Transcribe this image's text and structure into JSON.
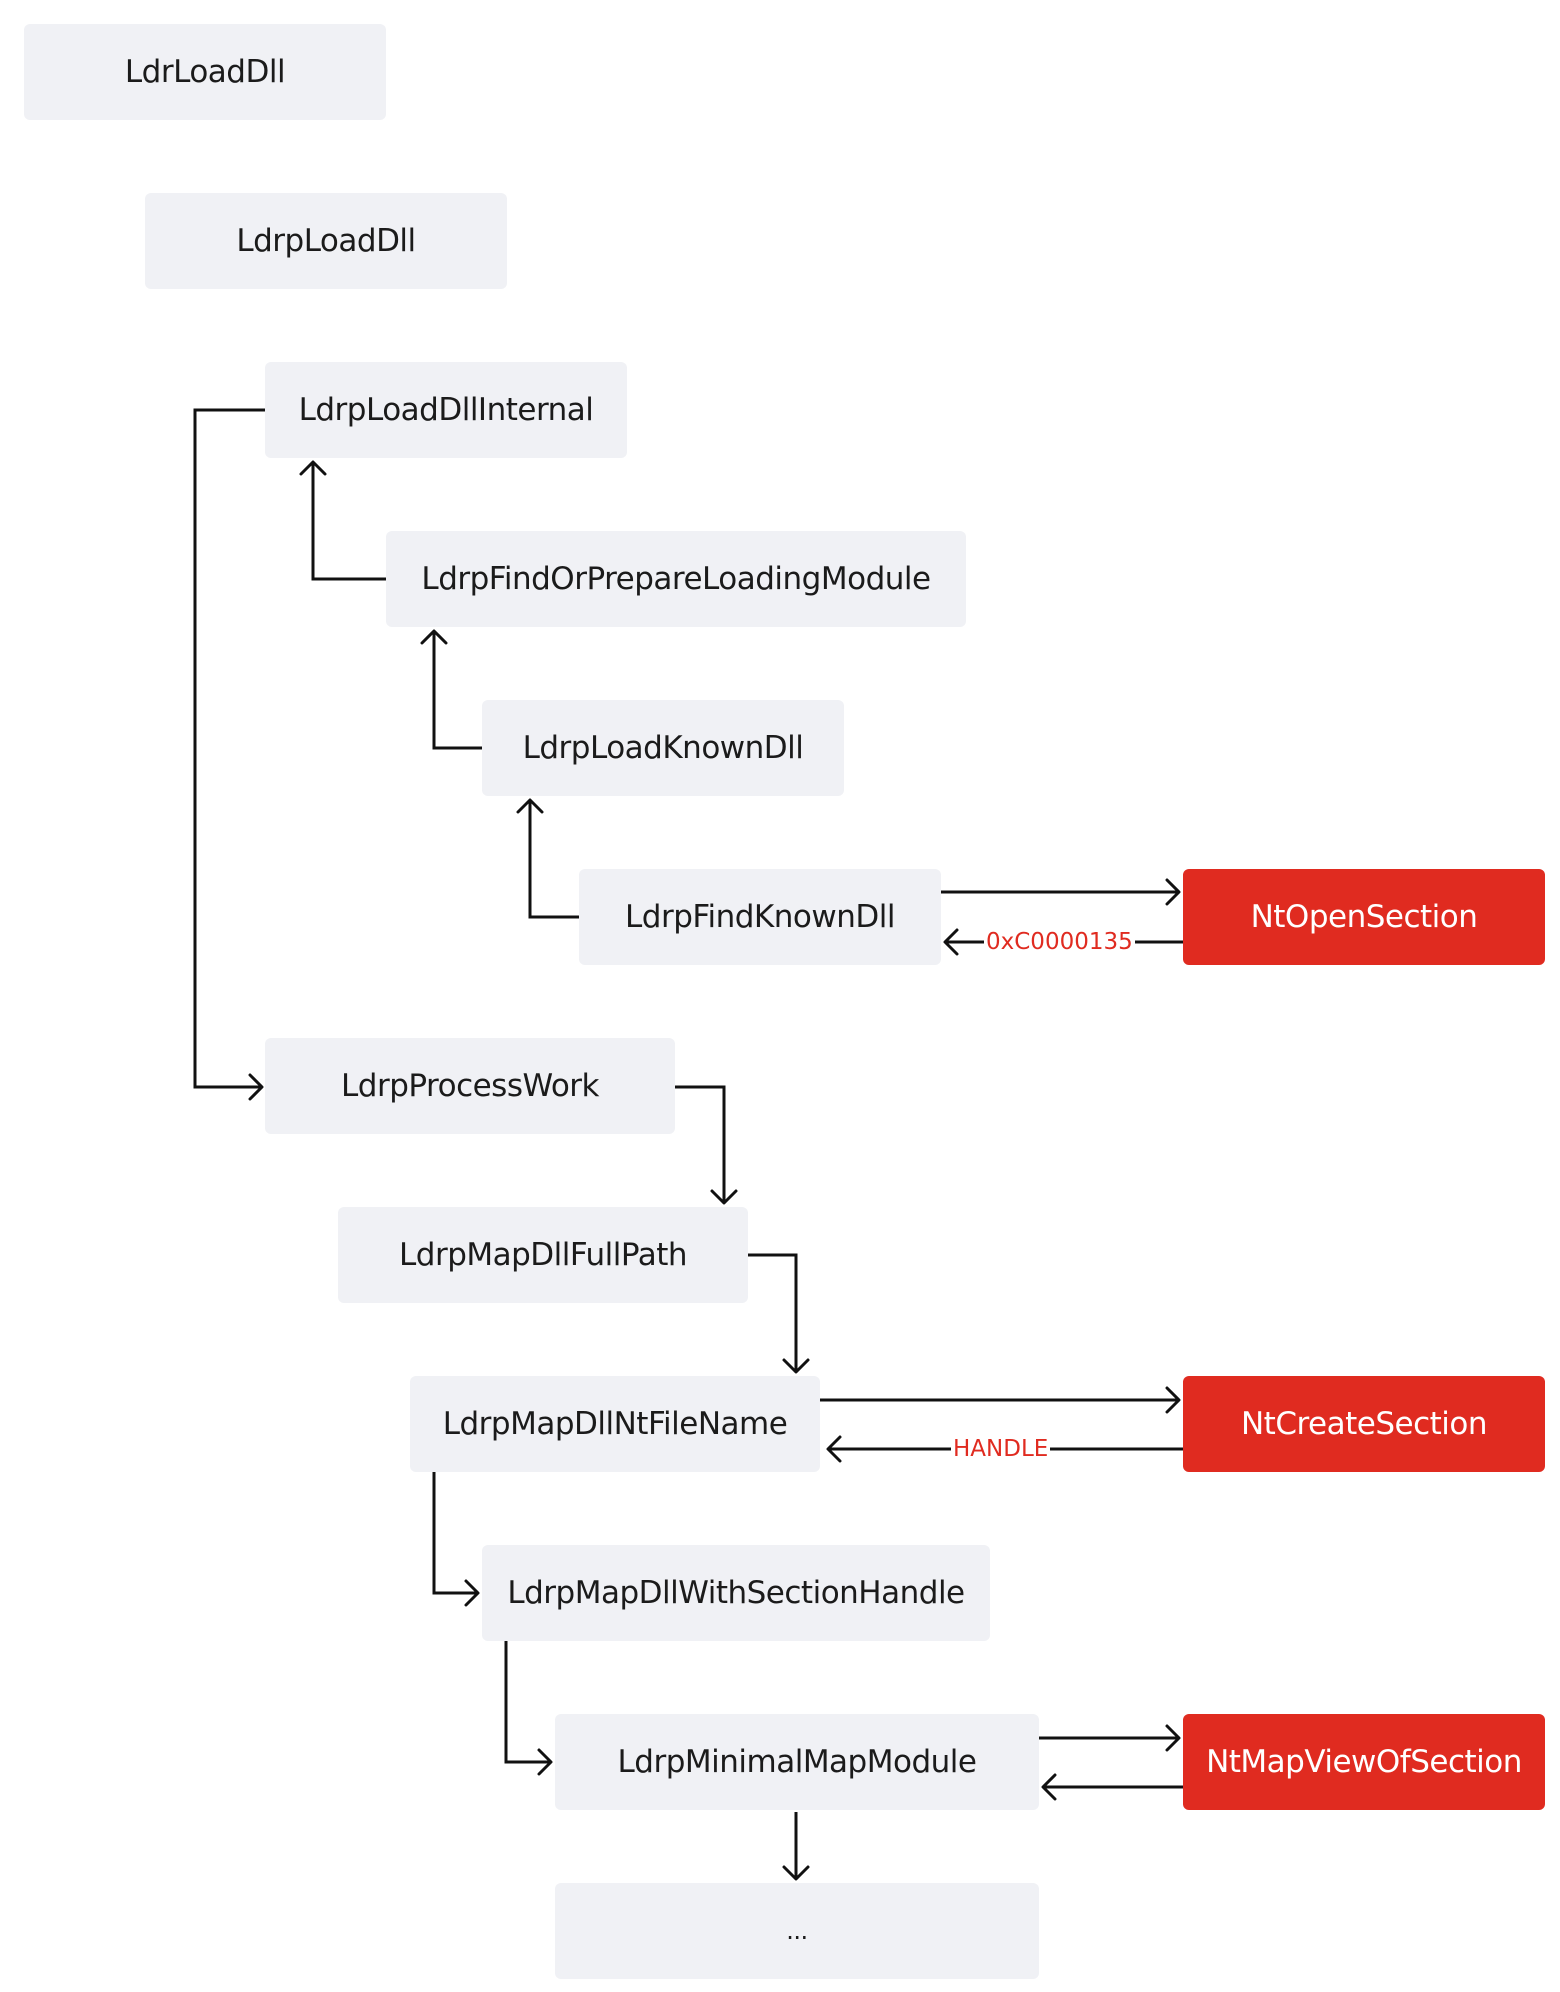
{
  "nodes": {
    "ldr_load_dll": "LdrLoadDll",
    "ldrp_load_dll": "LdrpLoadDll",
    "ldrp_load_dll_internal": "LdrpLoadDllInternal",
    "ldrp_find_or_prepare": "LdrpFindOrPrepareLoadingModule",
    "ldrp_load_known_dll": "LdrpLoadKnownDll",
    "ldrp_find_known_dll": "LdrpFindKnownDll",
    "nt_open_section": "NtOpenSection",
    "ldrp_process_work": "LdrpProcessWork",
    "ldrp_map_dll_full_path": "LdrpMapDllFullPath",
    "ldrp_map_dll_nt_file_name": "LdrpMapDllNtFileName",
    "nt_create_section": "NtCreateSection",
    "ldrp_map_dll_with_section_handle": "LdrpMapDllWithSectionHandle",
    "ldrp_minimal_map_module": "LdrpMinimalMapModule",
    "nt_map_view_of_section": "NtMapViewOfSection",
    "ellipsis": "..."
  },
  "edge_labels": {
    "open_section_return": "0xC0000135",
    "create_section_return": "HANDLE"
  },
  "colors": {
    "node_fill": "#f0f1f5",
    "nt_fill": "#e02b20",
    "label_red": "#e02b20",
    "line": "#111111"
  }
}
